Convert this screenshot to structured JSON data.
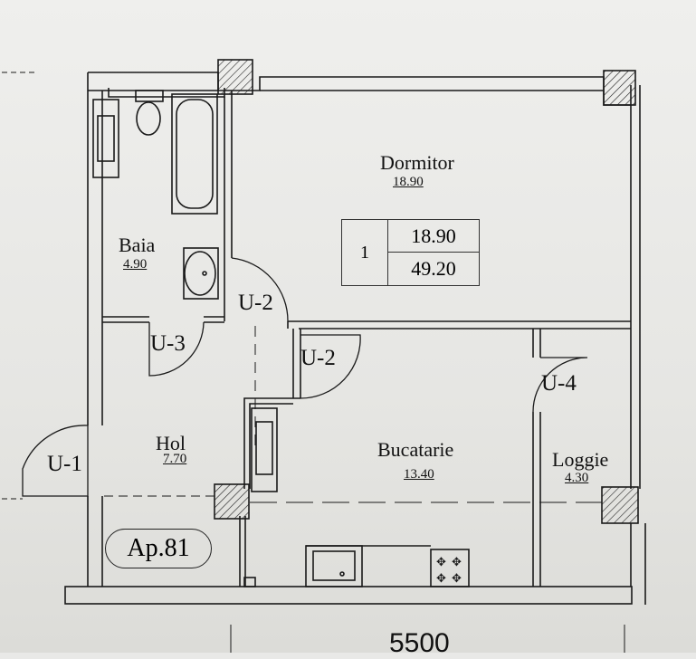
{
  "rooms": {
    "dormitor": {
      "name": "Dormitor",
      "area": "18.90"
    },
    "baia": {
      "name": "Baia",
      "area": "4.90"
    },
    "hol": {
      "name": "Hol",
      "area": "7.70"
    },
    "bucatarie": {
      "name": "Bucatarie",
      "area": "13.40"
    },
    "loggie": {
      "name": "Loggie",
      "area": "4.30"
    }
  },
  "doors": [
    "U-1",
    "U-2",
    "U-2",
    "U-3",
    "U-4"
  ],
  "summary_table": {
    "room_count": "1",
    "living_area": "18.90",
    "total_area": "49.20"
  },
  "apartment": "Ap.81",
  "dimension": "5500"
}
